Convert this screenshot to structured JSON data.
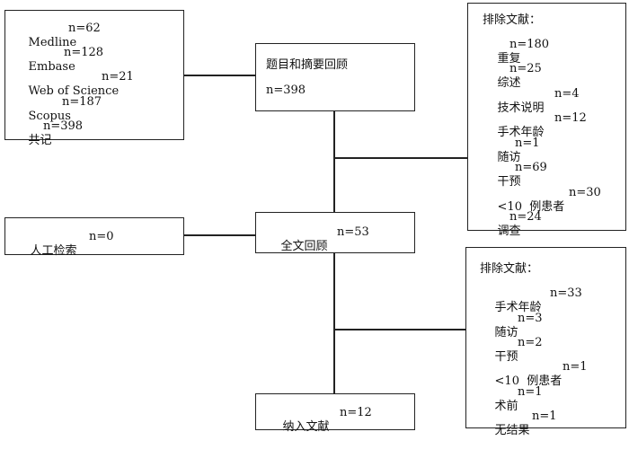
{
  "sources": {
    "medline": {
      "label": "Medline",
      "value": "n=62"
    },
    "embase": {
      "label": "Embase",
      "value": "n=128"
    },
    "wos": {
      "label": "Web of Science",
      "value": "n=21"
    },
    "scopus": {
      "label": "Scopus",
      "value": "n=187"
    },
    "total": {
      "label": "共记",
      "value": "n=398"
    }
  },
  "screening": {
    "label": "题目和摘要回顾",
    "value": "n=398"
  },
  "exclusions_1": {
    "title": "排除文献：",
    "items": [
      {
        "label": "重复",
        "value": "n=180"
      },
      {
        "label": "综述",
        "value": "n=25"
      },
      {
        "label": "技术说明",
        "value": "n=4"
      },
      {
        "label": "手术年龄",
        "value": "n=12"
      },
      {
        "label": "随访",
        "value": "n=1"
      },
      {
        "label": "干预",
        "value": "n=69"
      },
      {
        "label": "<10  例患者",
        "value": "n=30"
      },
      {
        "label": "调查",
        "value": "n=24"
      }
    ]
  },
  "manual_search": {
    "label": "人工检索",
    "value": "n=0"
  },
  "fulltext": {
    "label": "全文回顾",
    "value": "n=53"
  },
  "exclusions_2": {
    "title": "排除文献：",
    "items": [
      {
        "label": "手术年龄",
        "value": "n=33"
      },
      {
        "label": "随访",
        "value": "n=3"
      },
      {
        "label": "干预",
        "value": "n=2"
      },
      {
        "label": "<10  例患者",
        "value": "n=1"
      },
      {
        "label": "术前",
        "value": "n=1"
      },
      {
        "label": "无结果",
        "value": "n=1"
      }
    ]
  },
  "included": {
    "label": "纳入文献",
    "value": "n=12"
  }
}
